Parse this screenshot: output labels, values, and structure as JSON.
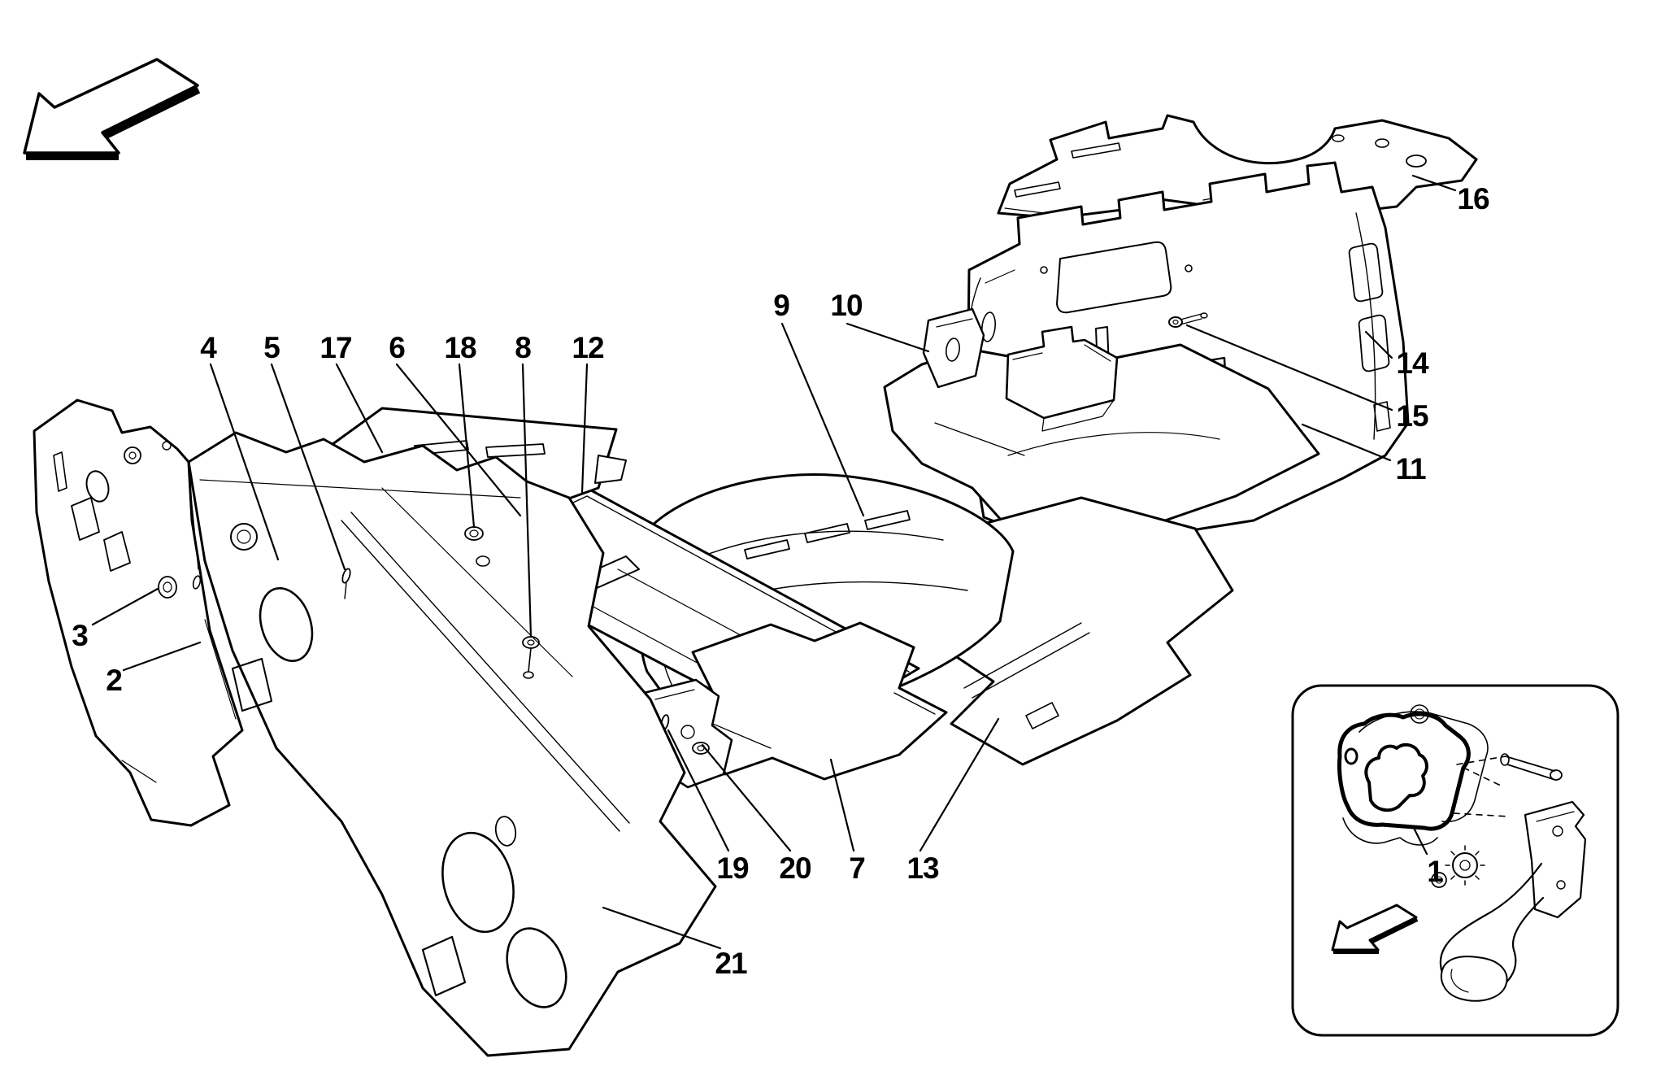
{
  "palette": {
    "ink": "#000000",
    "paper": "#ffffff"
  },
  "figure_type": "exploded-parts-diagram",
  "callouts": [
    {
      "label": "1"
    },
    {
      "label": "2"
    },
    {
      "label": "3"
    },
    {
      "label": "4"
    },
    {
      "label": "5"
    },
    {
      "label": "6"
    },
    {
      "label": "7"
    },
    {
      "label": "8"
    },
    {
      "label": "9"
    },
    {
      "label": "10"
    },
    {
      "label": "11"
    },
    {
      "label": "12"
    },
    {
      "label": "13"
    },
    {
      "label": "14"
    },
    {
      "label": "15"
    },
    {
      "label": "16"
    },
    {
      "label": "17"
    },
    {
      "label": "18"
    },
    {
      "label": "19"
    },
    {
      "label": "20"
    },
    {
      "label": "21"
    }
  ],
  "icons": {
    "direction_arrow_main": "large outlined arrow pointing lower-left with shadow edge",
    "direction_arrow_inset": "small outlined arrow pointing lower-left with shadow edge"
  }
}
